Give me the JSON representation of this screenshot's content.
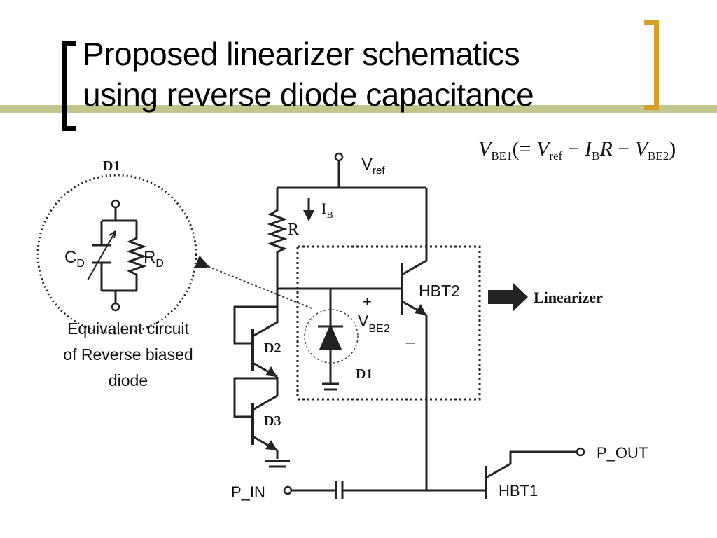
{
  "slide": {
    "title_line1": "Proposed linearizer schematics",
    "title_line2": "using reverse diode capacitance",
    "accent_color": "#c3c68c",
    "bracket_color": "#d4a02a"
  },
  "equation": {
    "v1": "V",
    "v1_sub": "BE1",
    "open": "(= ",
    "v2": "V",
    "v2_sub": "ref",
    "minus1": " − ",
    "i": "I",
    "i_sub": "B",
    "r": "R",
    "minus2": " − ",
    "v3": "V",
    "v3_sub": "BE2",
    "close": ")"
  },
  "inset": {
    "title": "D1",
    "cap_label": "C",
    "cap_sub": "D",
    "res_label": "R",
    "res_sub": "D",
    "caption_line1": "Equivalent circuit",
    "caption_line2": "of Reverse biased",
    "caption_line3": "diode"
  },
  "circuit": {
    "vref": "V",
    "vref_sub": "ref",
    "ib": "I",
    "ib_sub": "B",
    "r": "R",
    "hbt2": "HBT2",
    "linearizer": "Linearizer",
    "plus": "+",
    "vbe2": "V",
    "vbe2_sub": "BE2",
    "minus": "_",
    "d1": "D1",
    "d2": "D2",
    "d3": "D3",
    "p_in": "P_IN",
    "p_out": "P_OUT",
    "hbt1": "HBT1"
  }
}
